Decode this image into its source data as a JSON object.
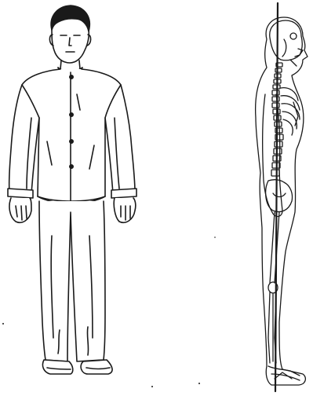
{
  "illustration": {
    "figures": [
      {
        "view": "front",
        "subject": "standing-man"
      },
      {
        "view": "side",
        "subject": "skeleton-with-plumb-line"
      }
    ],
    "colors": {
      "ink": "#1a1a1a",
      "paper": "#ffffff"
    }
  }
}
